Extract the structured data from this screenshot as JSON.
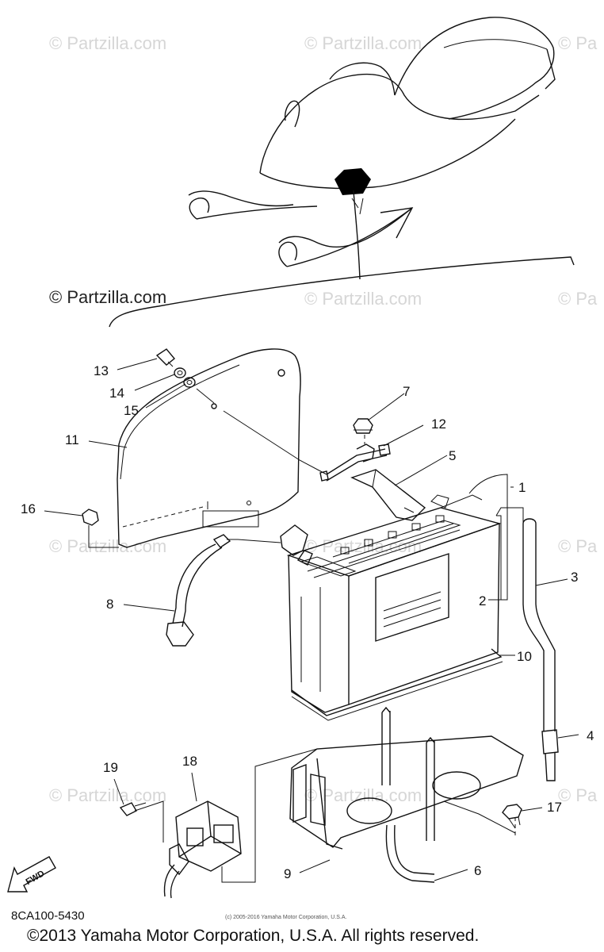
{
  "watermarks": {
    "text": "© Partzilla.com",
    "edge_text": "© Pa",
    "dark_text": "© Partzilla.com"
  },
  "callouts": [
    "1",
    "2",
    "3",
    "4",
    "5",
    "6",
    "7",
    "8",
    "9",
    "10",
    "11",
    "12",
    "13",
    "14",
    "15",
    "16",
    "17",
    "18",
    "19"
  ],
  "arrow_label": "FWD",
  "diagram_code": "8CA100-5430",
  "small_copyright": "(c) 2005-2016 Yamaha Motor Corporation, U.S.A.",
  "copyright": "©2013 Yamaha Motor Corporation, U.S.A. All rights reserved."
}
